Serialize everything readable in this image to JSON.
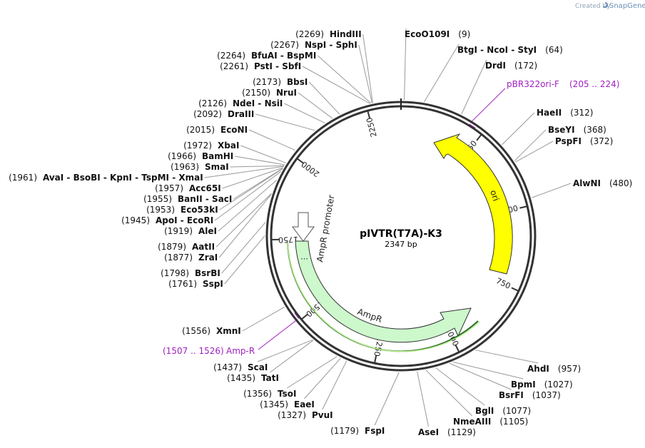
{
  "brand": {
    "created_by": "Created by",
    "app": "SnapGene"
  },
  "plasmid": {
    "name": "pIVTR(T7A)-K3",
    "size_label": "2347 bp",
    "length": 2347
  },
  "ticks": [
    "250",
    "500",
    "750",
    "1000",
    "1250",
    "1500",
    "1750",
    "2000",
    "2250"
  ],
  "sites": [
    {
      "name": "HindIII",
      "pos": "(2269)"
    },
    {
      "name": "NspI  -  SphI",
      "pos": "(2267)"
    },
    {
      "name": "BfuAI  -  BspMI",
      "pos": "(2264)"
    },
    {
      "name": "PstI  -  SbfI",
      "pos": "(2261)"
    },
    {
      "name": "BbsI",
      "pos": "(2173)"
    },
    {
      "name": "NruI",
      "pos": "(2150)"
    },
    {
      "name": "NdeI  -  NsiI",
      "pos": "(2126)"
    },
    {
      "name": "DraIII",
      "pos": "(2092)"
    },
    {
      "name": "EcoNI",
      "pos": "(2015)"
    },
    {
      "name": "XbaI",
      "pos": "(1972)"
    },
    {
      "name": "BamHI",
      "pos": "(1966)"
    },
    {
      "name": "SmaI",
      "pos": "(1963)"
    },
    {
      "name": "AvaI   -  BsoBI   -  KpnI   -  TspMI   -  XmaI",
      "pos": "(1961)"
    },
    {
      "name": "Acc65I",
      "pos": "(1957)"
    },
    {
      "name": "BanII  -  SacI",
      "pos": "(1955)"
    },
    {
      "name": "Eco53kI",
      "pos": "(1953)"
    },
    {
      "name": "ApoI  -  EcoRI",
      "pos": "(1945)"
    },
    {
      "name": "AleI",
      "pos": "(1919)"
    },
    {
      "name": "AatII",
      "pos": "(1879)"
    },
    {
      "name": "ZraI",
      "pos": "(1877)"
    },
    {
      "name": "BsrBI",
      "pos": "(1798)"
    },
    {
      "name": "SspI",
      "pos": "(1761)"
    },
    {
      "name": "XmnI",
      "pos": "(1556)"
    },
    {
      "name": "ScaI",
      "pos": "(1437)"
    },
    {
      "name": "TatI",
      "pos": "(1435)"
    },
    {
      "name": "TsoI",
      "pos": "(1356)"
    },
    {
      "name": "EaeI",
      "pos": "(1345)"
    },
    {
      "name": "PvuI",
      "pos": "(1327)"
    },
    {
      "name": "FspI",
      "pos": "(1179)"
    },
    {
      "name": "AseI",
      "pos": "(1129)"
    },
    {
      "name": "NmeAIII",
      "pos": "(1105)"
    },
    {
      "name": "BglI",
      "pos": "(1077)"
    },
    {
      "name": "BsrFI",
      "pos": "(1037)"
    },
    {
      "name": "BpmI",
      "pos": "(1027)"
    },
    {
      "name": "AhdI",
      "pos": "(957)"
    },
    {
      "name": "EcoO109I",
      "pos": "(9)"
    },
    {
      "name": "BtgI  -  NcoI  -  StyI",
      "pos": "(64)"
    },
    {
      "name": "DrdI",
      "pos": "(172)"
    },
    {
      "name": "HaeII",
      "pos": "(312)"
    },
    {
      "name": "BseYI",
      "pos": "(368)"
    },
    {
      "name": "PspFI",
      "pos": "(372)"
    },
    {
      "name": "AlwNI",
      "pos": "(480)"
    }
  ],
  "primers": [
    {
      "name": "pBR322ori-F",
      "range": "(205 .. 224)"
    },
    {
      "name": "Amp-R",
      "range": "(1507 .. 1526)"
    }
  ],
  "features": [
    {
      "name": "ori",
      "color": "#ffff00"
    },
    {
      "name": "AmpR",
      "color": "#ccf8cc"
    },
    {
      "name": "AmpR promoter",
      "color": "#ffffff"
    }
  ],
  "colors": {
    "primer": "#a020c0",
    "backbone": "#333333"
  }
}
